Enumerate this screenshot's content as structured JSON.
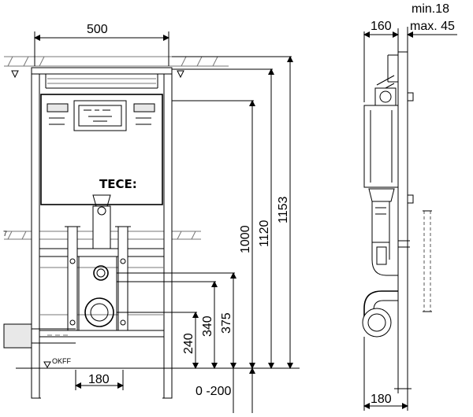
{
  "front_view": {
    "width_dim": "500",
    "brand": "TECE:",
    "height_dims": [
      "1153",
      "1120",
      "1000",
      "375",
      "340",
      "240"
    ],
    "bottom_width_dim": "180",
    "floor_adjust_dim": "0 -200",
    "floor_label": "OKFF"
  },
  "side_view": {
    "depth_dim": "160",
    "wall_min": "min.18",
    "wall_max": "max. 45",
    "bottom_depth_dim": "180"
  }
}
